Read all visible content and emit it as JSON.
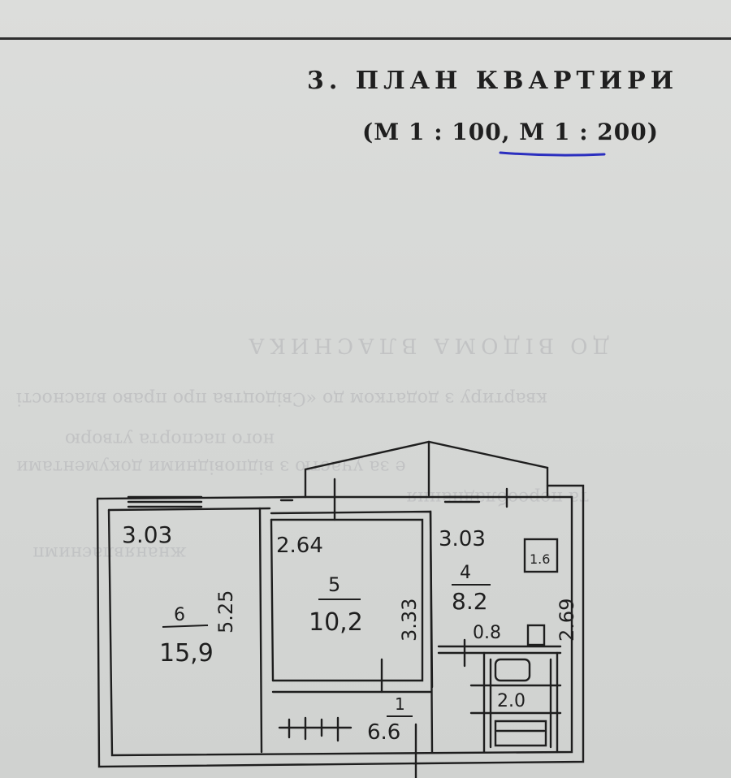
{
  "header": {
    "title": "3. ПЛАН КВАРТИРИ",
    "scale": "(М 1 : 100, М 1 : 200)"
  },
  "bleed_through": {
    "title": "ДО ВІДОМА ВЛАСНИКА",
    "lines": [
      "квартиру з додатком до «Свідоцтва про право власності",
      "ного паспорта   утворю",
      "е за участю з відповідними документами",
      "та переобладнання",
      "жнанявлаєнимп"
    ]
  },
  "colors": {
    "paper": "#d8d9d7",
    "ink": "#1f1f1f",
    "underline": "#2b2fbf",
    "ghost_text": "#bfc0c2"
  },
  "plan": {
    "rooms": [
      {
        "number": "6",
        "area": "15,9",
        "width": "3.03",
        "length": "5.25"
      },
      {
        "number": "5",
        "area": "10,2",
        "width": "2.64",
        "length": "3.33"
      },
      {
        "number": "4",
        "area": "8.2",
        "width": "3.03",
        "length": "2.69"
      },
      {
        "number": "1",
        "area": "6.6"
      },
      {
        "label": "2.0"
      }
    ],
    "dimension_labels": [
      "0.8"
    ],
    "stove_label": "1.6"
  }
}
